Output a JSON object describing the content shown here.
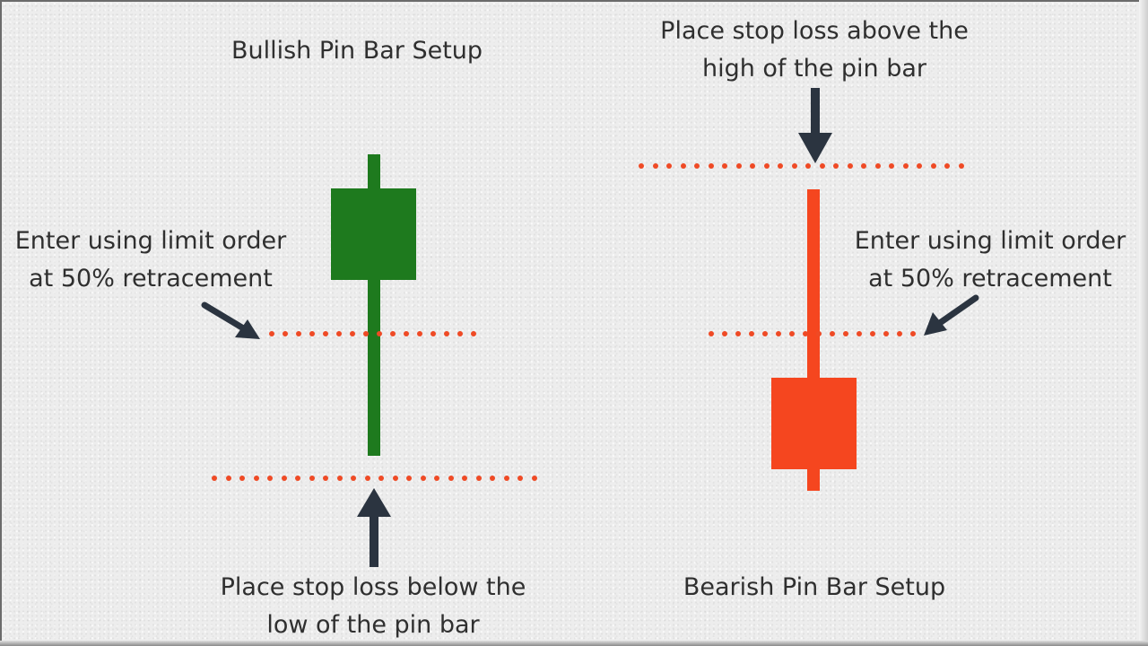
{
  "bullish": {
    "title": "Bullish Pin Bar Setup",
    "entry_line1": "Enter using limit order",
    "entry_line2": "at 50% retracement",
    "stop_line1": "Place stop loss below the",
    "stop_line2": "low of the pin bar",
    "candle_color": "#1e7a1e"
  },
  "bearish": {
    "title": "Bearish Pin Bar Setup",
    "entry_line1": "Enter using limit order",
    "entry_line2": "at 50% retracement",
    "stop_line1": "Place stop loss above the",
    "stop_line2": "high of the pin bar",
    "candle_color": "#f5461f"
  },
  "colors": {
    "dotted_line": "#ef4a25",
    "arrow": "#2b3440"
  },
  "icons": [
    "arrow-down-icon",
    "arrow-up-icon",
    "arrow-diagonal-icon"
  ]
}
